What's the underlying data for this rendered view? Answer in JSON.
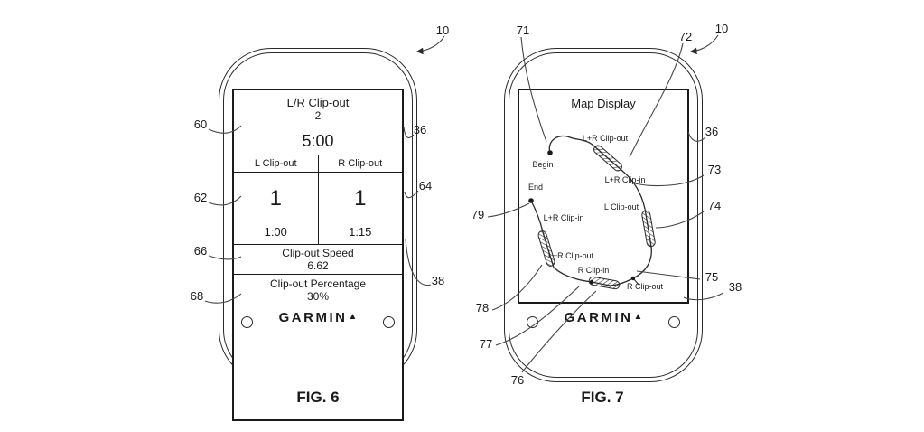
{
  "fig6": {
    "caption": "FIG. 6",
    "brand": "GARMIN",
    "brand_delta": "▲",
    "screen": {
      "title": "L/R Clip-out",
      "count": "2",
      "total_time": "5:00",
      "left": {
        "label": "L Clip-out",
        "count": "1",
        "time": "1:00"
      },
      "right": {
        "label": "R Clip-out",
        "count": "1",
        "time": "1:15"
      },
      "speed_label": "Clip-out Speed",
      "speed_value": "6.62",
      "percent_label": "Clip-out Percentage",
      "percent_value": "30%"
    },
    "refs": {
      "n10": "10",
      "n60": "60",
      "n62": "62",
      "n66": "66",
      "n68": "68",
      "n36": "36",
      "n64": "64",
      "n38": "38"
    }
  },
  "fig7": {
    "caption": "FIG. 7",
    "brand": "GARMIN",
    "brand_delta": "▲",
    "screen_title": "Map Display",
    "map": {
      "begin": "Begin",
      "end": "End",
      "top_clipout": "L+R Clip-out",
      "right_clipin": "L+R Clip-in",
      "l_clipout": "L Clip-out",
      "left_clipin": "L+R Clip-in",
      "left_clipout": "L+R Clip-out",
      "r_clipin": "R Clip-in",
      "r_clipout": "R Clip-out"
    },
    "refs": {
      "n71": "71",
      "n72": "72",
      "n10": "10",
      "n36": "36",
      "n73": "73",
      "n74": "74",
      "n75": "75",
      "n38": "38",
      "n79": "79",
      "n78": "78",
      "n77": "77",
      "n76": "76"
    }
  }
}
